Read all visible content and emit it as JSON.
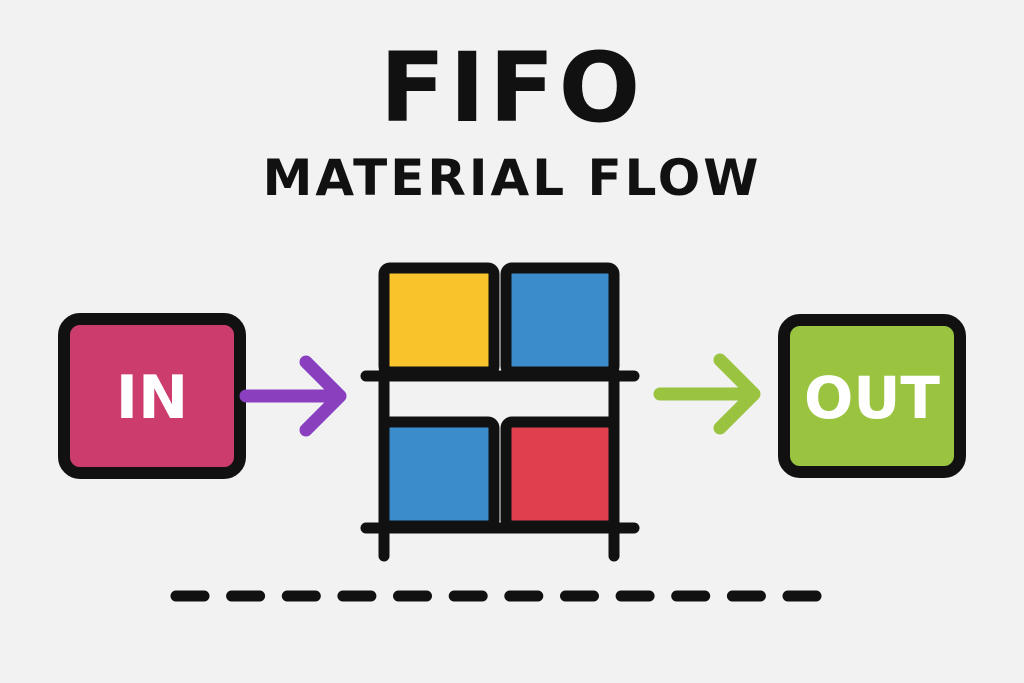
{
  "title": "FIFO",
  "subtitle": "MATERIAL FLOW",
  "input_box": {
    "label": "IN",
    "color": "#cc3d6e"
  },
  "output_box": {
    "label": "OUT",
    "color": "#9ac440"
  },
  "arrows": {
    "in_arrow_color": "#8a3fbf",
    "out_arrow_color": "#9ac440"
  },
  "rack": {
    "frame_color": "#111111",
    "cells": [
      {
        "position": "top-left",
        "color": "#f9c32b"
      },
      {
        "position": "top-right",
        "color": "#3a8ccb"
      },
      {
        "position": "bottom-left",
        "color": "#3a8ccb"
      },
      {
        "position": "bottom-right",
        "color": "#e0404e"
      }
    ]
  },
  "conveyor": {
    "segment_count": 12,
    "color": "#111111"
  }
}
